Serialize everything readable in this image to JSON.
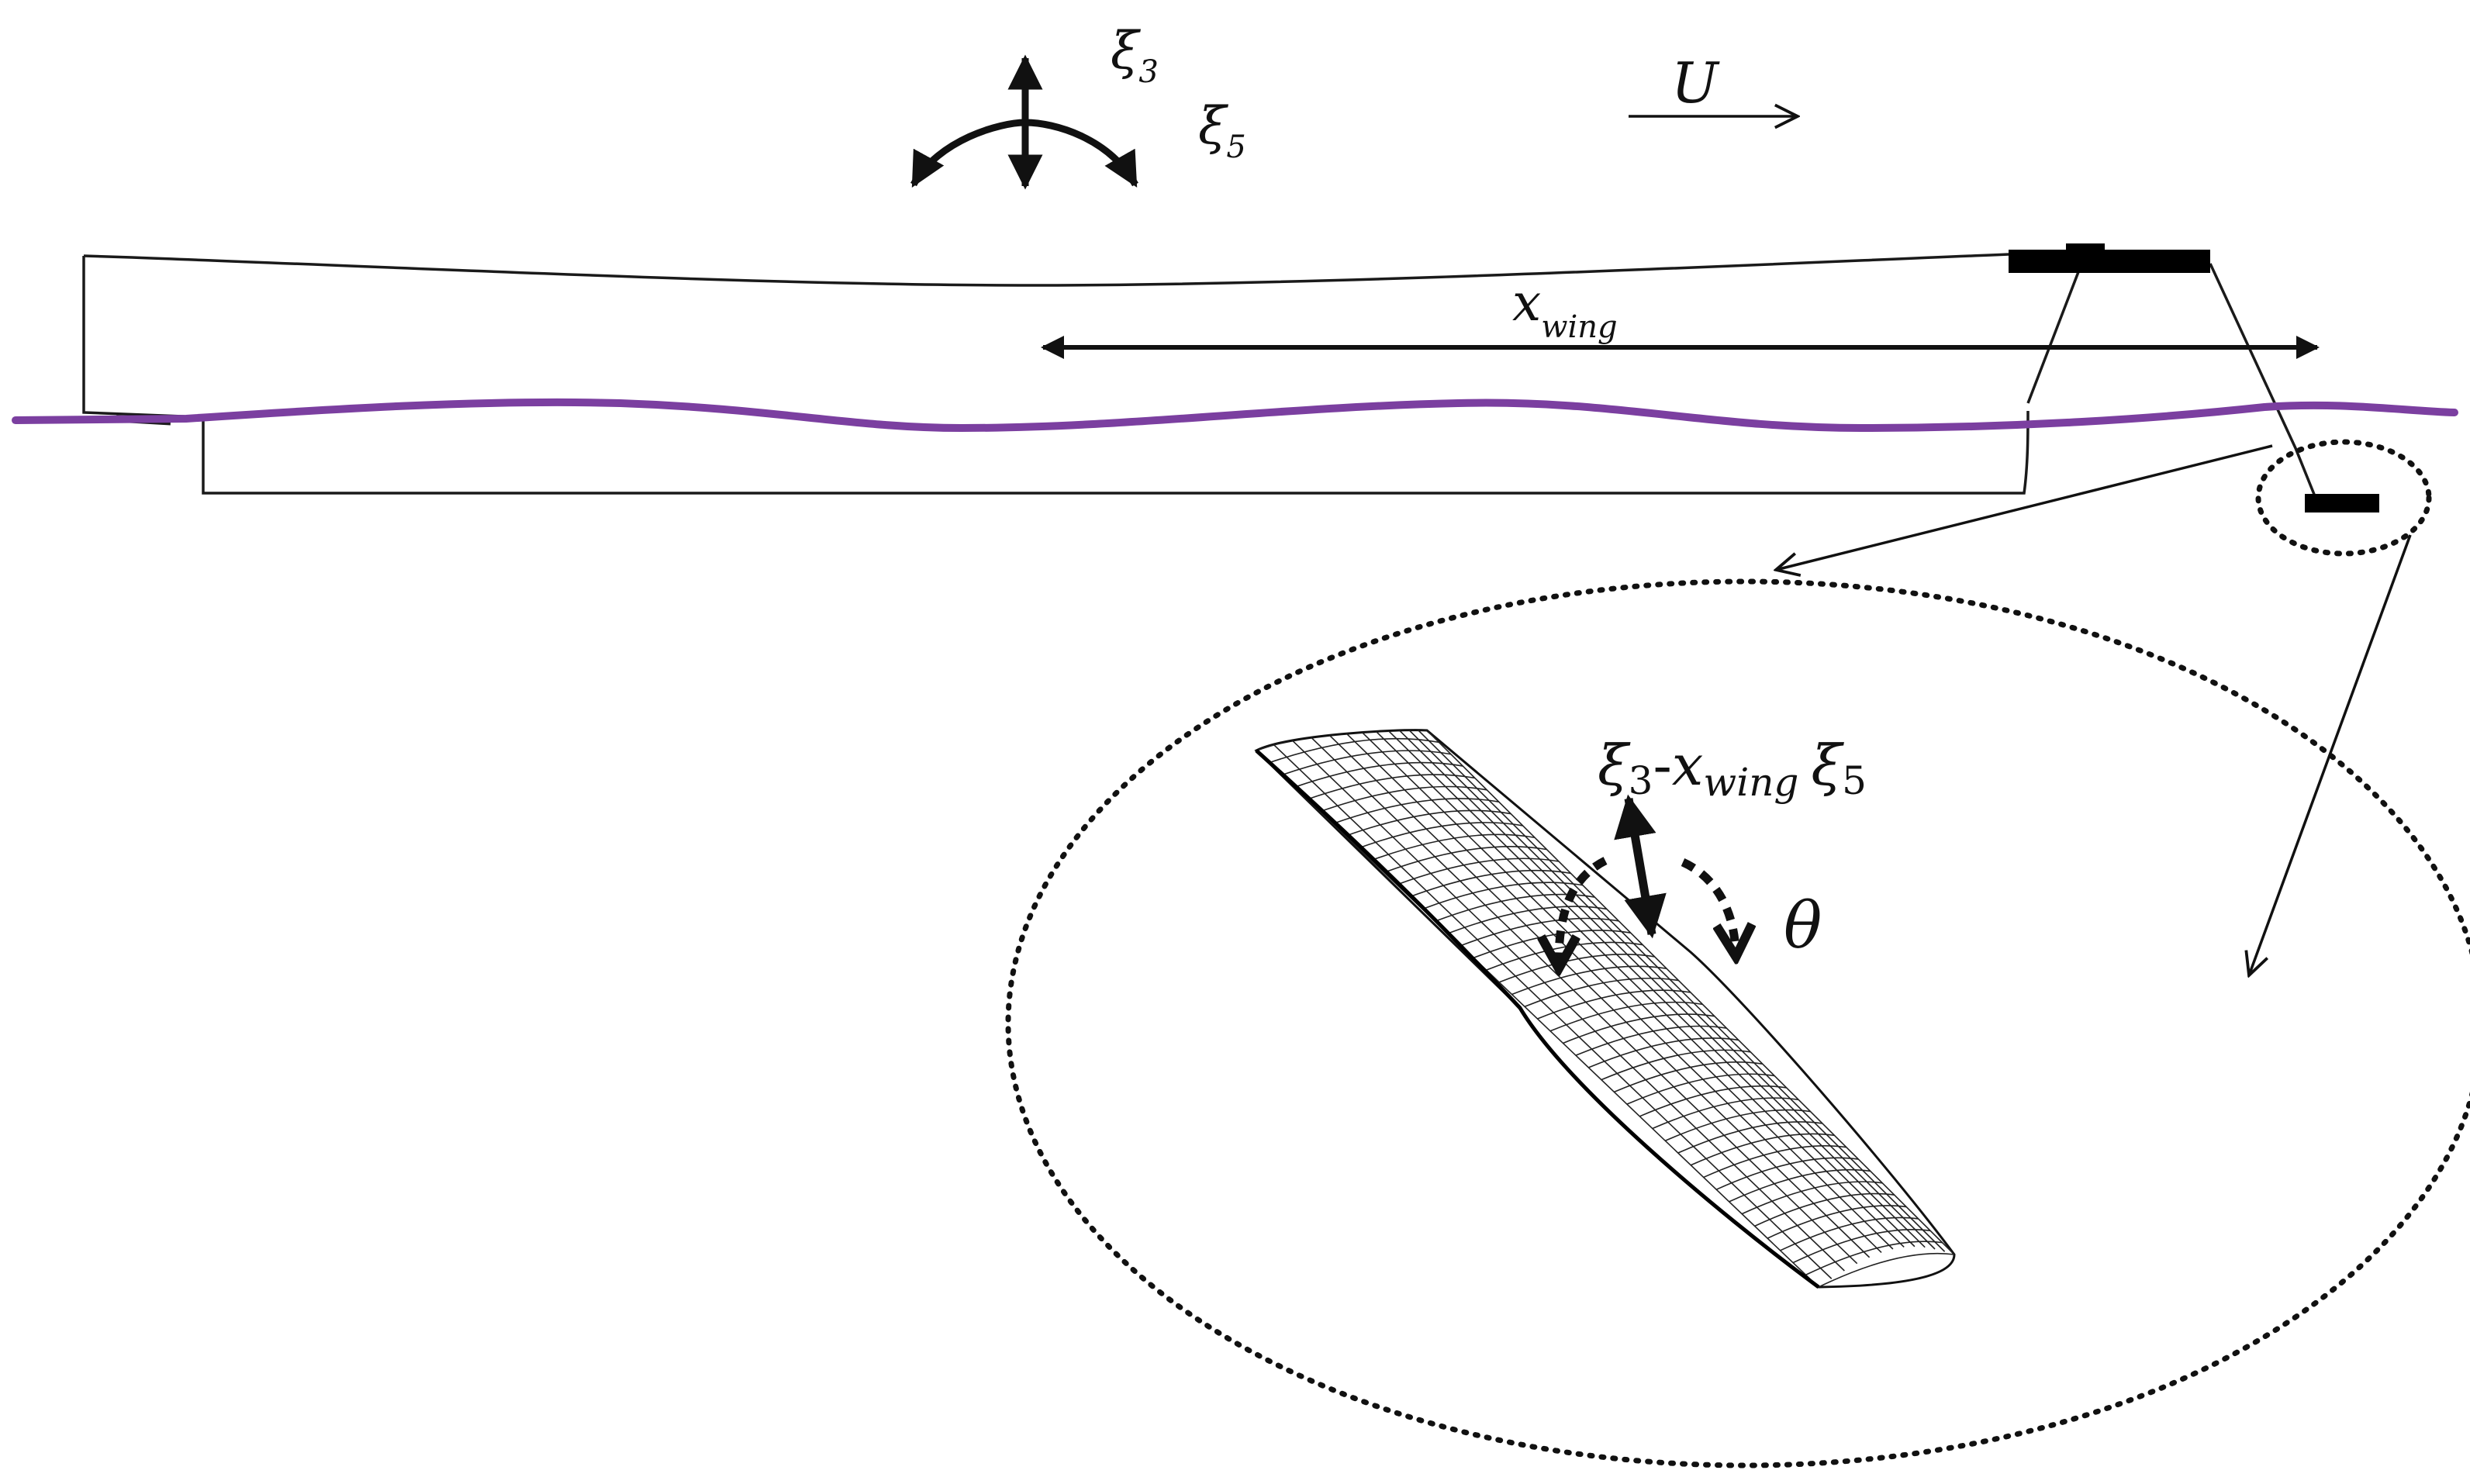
{
  "labels": {
    "heave": {
      "symbol": "ξ",
      "sub": "3"
    },
    "pitch": {
      "symbol": "ξ",
      "sub": "5"
    },
    "speed": {
      "symbol": "U"
    },
    "wing_position": {
      "symbol": "x",
      "sub": "wing"
    },
    "local_heave": {
      "a_symbol": "ξ",
      "a_sub": "3",
      "minus": "-",
      "b_symbol": "x",
      "b_sub": "wing",
      "c_symbol": "ξ",
      "c_sub": "5"
    },
    "wing_pitch": {
      "symbol": "θ"
    }
  },
  "colors": {
    "outline": "#1a1a1a",
    "wave": "#7b3fa0",
    "foil": "#000000",
    "mesh": "#222222"
  },
  "icons": {
    "heave_arrow": "double-vertical-arrow-icon",
    "pitch_arrow": "curved-double-arrow-icon",
    "speed_arrow": "right-arrow-icon",
    "dimension_arrow": "double-horizontal-arrow-icon",
    "zoom": "dotted-ellipse-magnifier-icon"
  }
}
